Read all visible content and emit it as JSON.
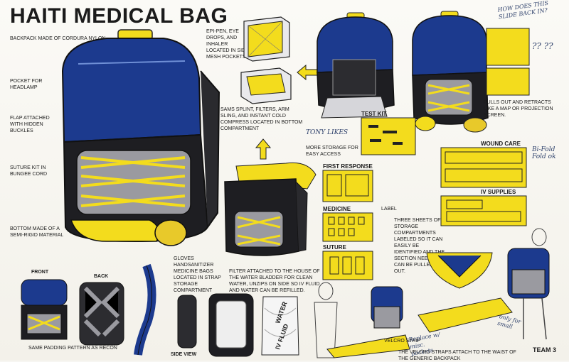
{
  "title": "HAITI MEDICAL BAG",
  "notes": {
    "backpack": "BACKPACK MADE OF CORDURA NYLON",
    "headlamp": "POCKET FOR HEADLAMP",
    "flap": "FLAP ATTACHED WITH HIDDEN BUCKLES",
    "suture_kit": "SUTURE KIT IN BUNGEE CORD",
    "bottom": "BOTTOM MADE OF A SEMI-RIGID MATERIAL",
    "epipen": "EPI-PEN, EYE DROPS, AND INHALER LOCATED IN SIDE MESH POCKETS",
    "splint": "SAMS SPLINT, FILTERS, ARM SLING, AND INSTANT COLD COMPRESS LOCATED IN BOTTOM COMPARTMENT",
    "pulls_out": "PULLS OUT AND RETRACTS LIKE A MAP OR PROJECTION SCREEN.",
    "more_storage": "MORE STORAGE FOR EASY ACCESS",
    "label": "LABEL",
    "three_sheets": "THREE SHEETS OF STORAGE COMPARTMENTS LABELED SO IT CAN EASILY BE IDENTIFIED AND THE SECTION NEEDED CAN BE PULLED OUT.",
    "gloves": "GLOVES HANDSANITIZER MEDICINE BAGS LOCATED IN STRAP STORAGE COMPARTMENT",
    "filter": "FILTER ATTACHED TO THE HOUSE OF THE WATER BLADDER FOR CLEAN WATER, UNZIPS ON SIDE SO IV FLUID AND WATER CAN BE REFILLED.",
    "padding": "SAME PADDING PATTERN AS RECON",
    "velcro_strip": "VELCRO STRIP",
    "velcro_straps": "THE VELCRO STRAPS ATTACH TO THE WAIST OF THE GENERIC BACKPACK"
  },
  "sections": {
    "test_kit": "TEST KIT",
    "first_response": "FIRST RESPONSE",
    "medicine": "MEDICINE",
    "suture": "SUTURE",
    "wound_care": "WOUND CARE",
    "iv_supplies": "IV SUPPLIES"
  },
  "views": {
    "front": "FRONT",
    "back": "BACK",
    "side": "SIDE VIEW"
  },
  "handwritten": {
    "slide_back": "HOW DOES THIS SLIDE BACK IN?",
    "qmarks": "?? ??",
    "tony": "TONY LIKES",
    "bifold": "Bi-Fold Fold ok",
    "replace": "Replace w/ misc. pockets",
    "only_for": "only for small"
  },
  "bladder_text": {
    "water": "WATER",
    "iv": "IV FLUID"
  },
  "team": "TEAM 3",
  "colors": {
    "navy": "#1c3a8e",
    "yellow": "#f3dc1d",
    "black": "#1e1e22",
    "grey": "#9a9aa0"
  }
}
